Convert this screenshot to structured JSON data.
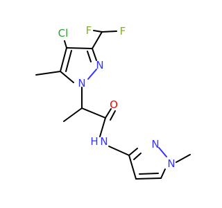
{
  "colors": {
    "carbon_bond": "#000000",
    "nitrogen": "#3333ff",
    "oxygen": "#ff0000",
    "chlorine": "#2aa32a",
    "fluorine": "#86b02b",
    "background": "#ffffff"
  },
  "atoms": {
    "cl": "Cl",
    "f1": "F",
    "f2": "F",
    "n_ring1_a": "N",
    "n_ring1_b": "N",
    "o": "O",
    "n_amide": "N",
    "h_amide": "H",
    "n_ring2_a": "N",
    "n_ring2_b": "N"
  }
}
